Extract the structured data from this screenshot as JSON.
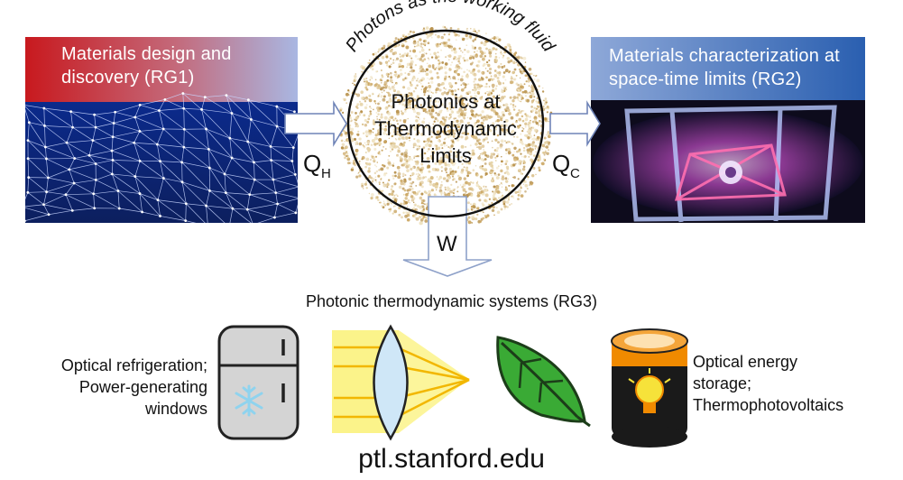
{
  "left_panel": {
    "title": "Materials design and discovery (RG1)"
  },
  "right_panel": {
    "title": "Materials characterization at space-time limits (RG2)"
  },
  "center": {
    "arc_text": "Photons as the working fluid",
    "title_line1": "Photonics at",
    "title_line2": "Thermodynamic",
    "title_line3": "Limits"
  },
  "heat": {
    "q_hot": "Q",
    "q_hot_sub": "H",
    "q_cold": "Q",
    "q_cold_sub": "C",
    "work": "W"
  },
  "systems": {
    "heading": "Photonic thermodynamic systems (RG3)",
    "left_line1": "Optical refrigeration;",
    "left_line2": "Power-generating",
    "left_line3": "windows",
    "right_line1": "Optical energy",
    "right_line2": "storage;",
    "right_line3": "Thermophotovoltaics"
  },
  "footer": {
    "url": "ptl.stanford.edu"
  },
  "colors": {
    "accent_red": "#c8191e",
    "accent_blue": "#2a5fb0",
    "sand": "#d9bd85",
    "leaf": "#3aaa35",
    "battery": "#f08a00"
  }
}
